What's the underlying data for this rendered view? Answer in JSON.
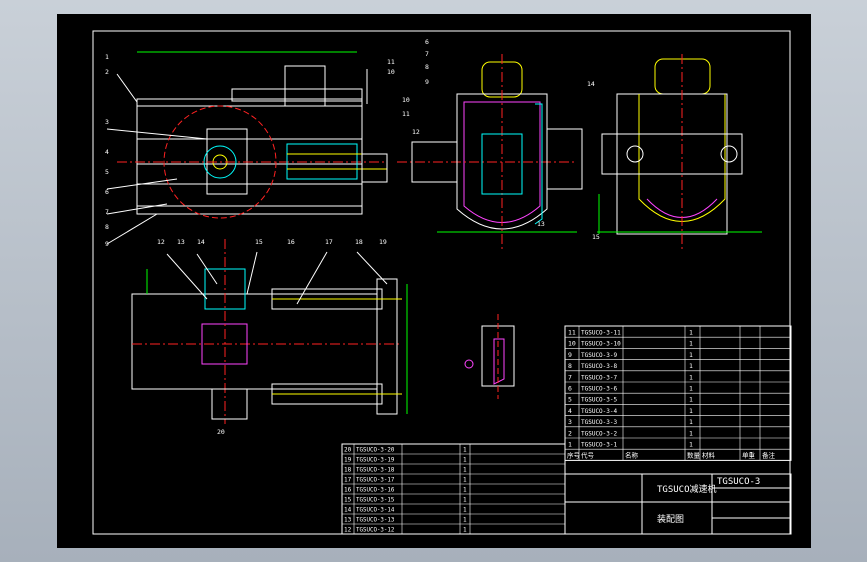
{
  "sheet": {
    "drawing_no": "TGSUCO-3",
    "product_title": "TGSUCO减速机",
    "drawing_type": "装配图"
  },
  "callouts_front": [
    "1",
    "2",
    "3",
    "4",
    "5",
    "6",
    "7",
    "8",
    "9",
    "10",
    "11"
  ],
  "callouts_side": [
    "6",
    "7",
    "8",
    "9",
    "10",
    "11",
    "12",
    "13",
    "14",
    "15"
  ],
  "callouts_top": [
    "12",
    "13",
    "14",
    "15",
    "16",
    "17",
    "18",
    "19",
    "20"
  ],
  "colors": {
    "frame": "#ffffff",
    "center": "#ff2020",
    "dim": "#00ff00",
    "hatch": "#ff40ff",
    "part": "#ffff00",
    "shaft": "#00ffff"
  },
  "bom_right": {
    "rows": [
      {
        "no": "11",
        "code": "TGSUCO-3-11",
        "name": "",
        "qty": "1",
        "mat": "",
        "note": ""
      },
      {
        "no": "10",
        "code": "TGSUCO-3-10",
        "name": "",
        "qty": "1",
        "mat": "",
        "note": ""
      },
      {
        "no": "9",
        "code": "TGSUCO-3-9",
        "name": "",
        "qty": "1",
        "mat": "",
        "note": ""
      },
      {
        "no": "8",
        "code": "TGSUCO-3-8",
        "name": "",
        "qty": "1",
        "mat": "",
        "note": ""
      },
      {
        "no": "7",
        "code": "TGSUCO-3-7",
        "name": "",
        "qty": "1",
        "mat": "",
        "note": ""
      },
      {
        "no": "6",
        "code": "TGSUCO-3-6",
        "name": "",
        "qty": "1",
        "mat": "",
        "note": ""
      },
      {
        "no": "5",
        "code": "TGSUCO-3-5",
        "name": "",
        "qty": "1",
        "mat": "",
        "note": ""
      },
      {
        "no": "4",
        "code": "TGSUCO-3-4",
        "name": "",
        "qty": "1",
        "mat": "",
        "note": ""
      },
      {
        "no": "3",
        "code": "TGSUCO-3-3",
        "name": "",
        "qty": "1",
        "mat": "",
        "note": ""
      },
      {
        "no": "2",
        "code": "TGSUCO-3-2",
        "name": "",
        "qty": "1",
        "mat": "",
        "note": ""
      },
      {
        "no": "1",
        "code": "TGSUCO-3-1",
        "name": "",
        "qty": "1",
        "mat": "",
        "note": ""
      }
    ],
    "header": [
      "序号",
      "代号",
      "名称",
      "数量",
      "材料",
      "单重",
      "备注"
    ]
  },
  "bom_left": {
    "rows": [
      {
        "no": "20",
        "code": "TGSUCO-3-20",
        "name": "",
        "qty": "1"
      },
      {
        "no": "19",
        "code": "TGSUCO-3-19",
        "name": "",
        "qty": "1"
      },
      {
        "no": "18",
        "code": "TGSUCO-3-18",
        "name": "",
        "qty": "1"
      },
      {
        "no": "17",
        "code": "TGSUCO-3-17",
        "name": "",
        "qty": "1"
      },
      {
        "no": "16",
        "code": "TGSUCO-3-16",
        "name": "",
        "qty": "1"
      },
      {
        "no": "15",
        "code": "TGSUCO-3-15",
        "name": "",
        "qty": "1"
      },
      {
        "no": "14",
        "code": "TGSUCO-3-14",
        "name": "",
        "qty": "1"
      },
      {
        "no": "13",
        "code": "TGSUCO-3-13",
        "name": "",
        "qty": "1"
      },
      {
        "no": "12",
        "code": "TGSUCO-3-12",
        "name": "",
        "qty": "1"
      }
    ]
  }
}
